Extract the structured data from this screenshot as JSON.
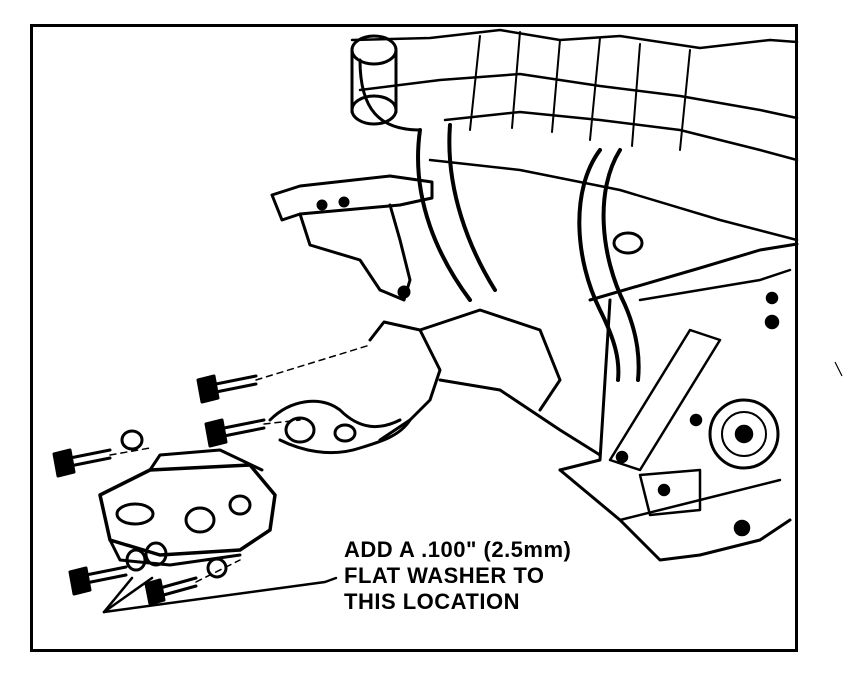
{
  "figure": {
    "callout": {
      "line1": "ADD A .100\" (2.5mm)",
      "line2": "FLAT WASHER TO",
      "line3": "THIS LOCATION"
    }
  },
  "colors": {
    "ink": "#000000",
    "paper": "#ffffff"
  }
}
